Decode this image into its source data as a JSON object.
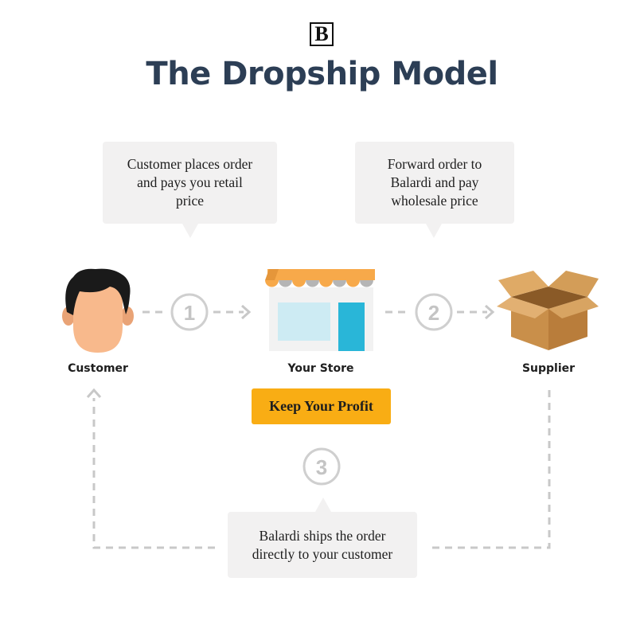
{
  "logo": {
    "letter": "B"
  },
  "title": "The Dropship Model",
  "bubbles": {
    "customer_order": [
      "Customer places order",
      "and pays you retail",
      "price"
    ],
    "forward_order": [
      "Forward order to",
      "Balardi and pay",
      "wholesale price"
    ],
    "ships": [
      "Balardi ships the order",
      "directly to your customer"
    ]
  },
  "steps": [
    "1",
    "2",
    "3"
  ],
  "nodes": {
    "customer": "Customer",
    "store": "Your Store",
    "supplier": "Supplier"
  },
  "profit_button": "Keep Your Profit",
  "colors": {
    "title": "#2c3e55",
    "bubble": "#f2f1f1",
    "accent": "#f9ad14",
    "dash": "#c8c8c8",
    "awning_orange": "#f7a94a",
    "awning_gray": "#b5b5b5",
    "door": "#29b6d8",
    "window": "#cdebf3",
    "box": "#c98f4a",
    "skin": "#f8b98c",
    "hair": "#1a1a1a"
  }
}
